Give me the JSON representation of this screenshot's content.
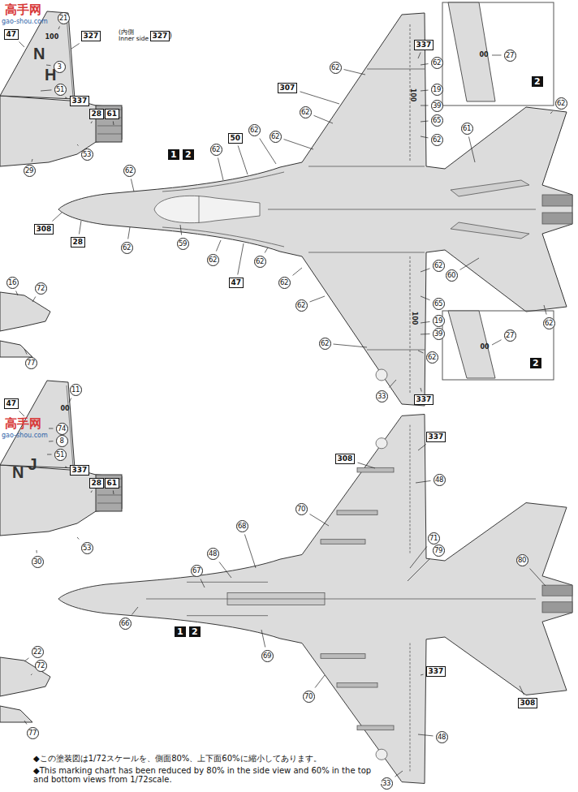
{
  "diagram": {
    "labels": [
      "高手网",
      "gao-shou.com",
      "47",
      "21",
      "327",
      "(内側 Inner side",
      "327",
      ")",
      "N",
      "H",
      "100",
      "3",
      "51",
      "337",
      "28",
      "61",
      "53",
      "29",
      "16",
      "72",
      "77",
      "高手网",
      "gao-shou.com",
      "11",
      "47",
      "00",
      "74",
      "8",
      "51",
      "N",
      "J",
      "337",
      "28",
      "61",
      "53",
      "30",
      "22",
      "72",
      "77",
      "337",
      "62",
      "62",
      "307",
      "100",
      "19",
      "39",
      "65",
      "62",
      "62",
      "62",
      "62",
      "50",
      "62",
      "62",
      "1",
      "2",
      "308",
      "28",
      "59",
      "62",
      "62",
      "47",
      "62",
      "62",
      "62",
      "62",
      "65",
      "100",
      "19",
      "39",
      "62",
      "62",
      "33",
      "337",
      "61",
      "60",
      "62",
      "62",
      "00",
      "27",
      "2",
      "00",
      "27",
      "2",
      "337",
      "308",
      "48",
      "70",
      "68",
      "48",
      "67",
      "71",
      "79",
      "80",
      "66",
      "1",
      "2",
      "69",
      "70",
      "308",
      "337",
      "48",
      "33",
      "◆この塗装図は1/72スケールを、側面80%、上下面60%に縮小してあります。",
      "◆This marking chart has been reduced by 80% in the side view and 60% in the top and bottom views from 1/72scale."
    ]
  }
}
